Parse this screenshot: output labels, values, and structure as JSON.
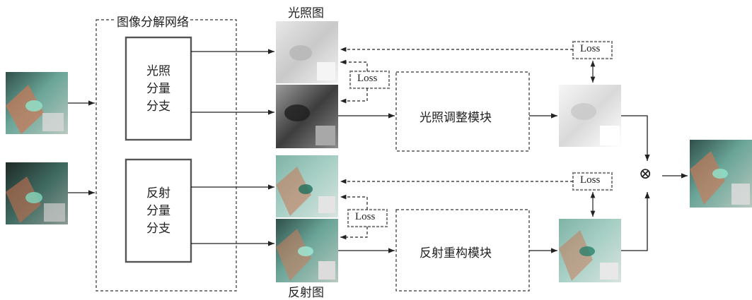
{
  "colors": {
    "line": "#222222",
    "dashed_border": "#333333",
    "loss_border": "#777777",
    "branch_border": "#555555",
    "image_teal": "#5f9a8c",
    "image_dark": "#3a3f3c"
  },
  "diagram": {
    "decomposition_network": {
      "label": "图像分解网络"
    },
    "illumination_branch": {
      "lines": [
        "光照",
        "分量",
        "分支"
      ]
    },
    "reflectance_branch": {
      "lines": [
        "反射",
        "分量",
        "分支"
      ]
    },
    "illumination_map_label": "光照图",
    "reflectance_map_label": "反射图",
    "illumination_adjust_module": "光照调整模块",
    "reflectance_reconstruct_module": "反射重构模块",
    "loss_labels": [
      "Loss",
      "Loss",
      "Loss",
      "Loss"
    ],
    "multiply_symbol": "⊗"
  },
  "images": {
    "input_top": "low-light endoscopic input image",
    "input_bottom": "normal-light endoscopic input image",
    "illum_low": "illumination map (low light)",
    "illum_normal": "illumination map (normal light)",
    "refl_low": "reflectance map (low light)",
    "refl_normal": "reflectance map (normal light)",
    "illum_adjusted": "adjusted illumination map",
    "refl_reconstructed": "reconstructed reflectance map",
    "output": "enhanced output image"
  }
}
